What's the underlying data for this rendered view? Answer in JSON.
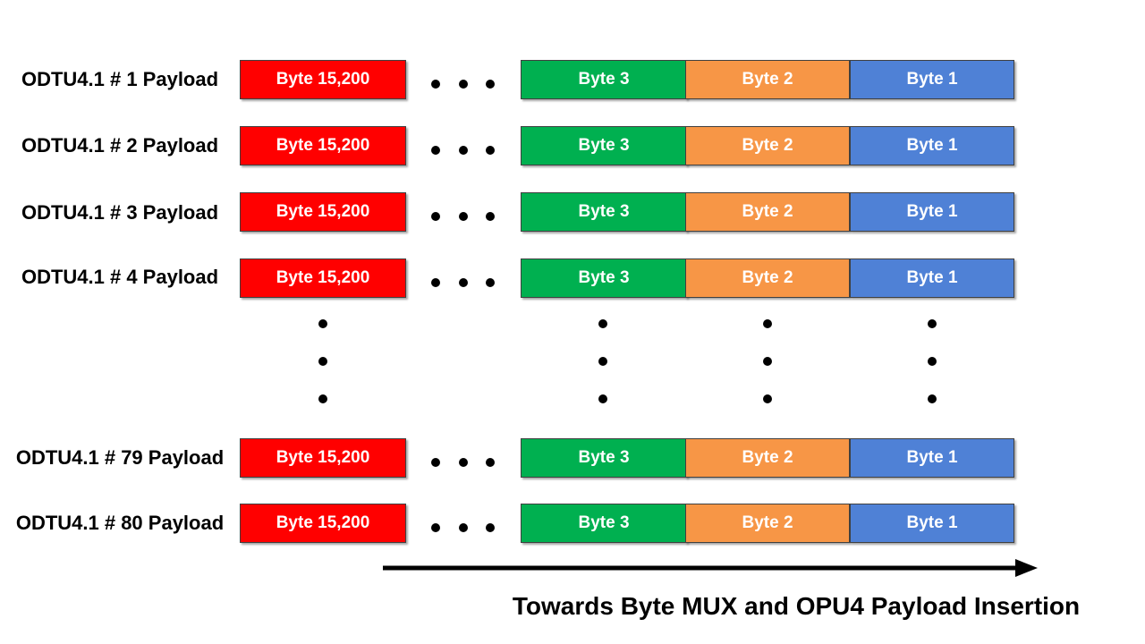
{
  "rows": [
    {
      "label": "ODTU4.1 # 1 Payload"
    },
    {
      "label": "ODTU4.1 # 2 Payload"
    },
    {
      "label": "ODTU4.1 # 3 Payload"
    },
    {
      "label": "ODTU4.1 # 4 Payload"
    },
    {
      "label": "ODTU4.1 # 79 Payload"
    },
    {
      "label": "ODTU4.1 # 80 Payload"
    }
  ],
  "cells": {
    "last_byte": "Byte 15,200",
    "byte3": "Byte 3",
    "byte2": "Byte 2",
    "byte1": "Byte 1"
  },
  "colors": {
    "last_byte": "#ff0000",
    "byte3": "#00b050",
    "byte2": "#f79646",
    "byte1": "#4f81d6"
  },
  "caption": "Towards Byte MUX and OPU4 Payload Insertion"
}
